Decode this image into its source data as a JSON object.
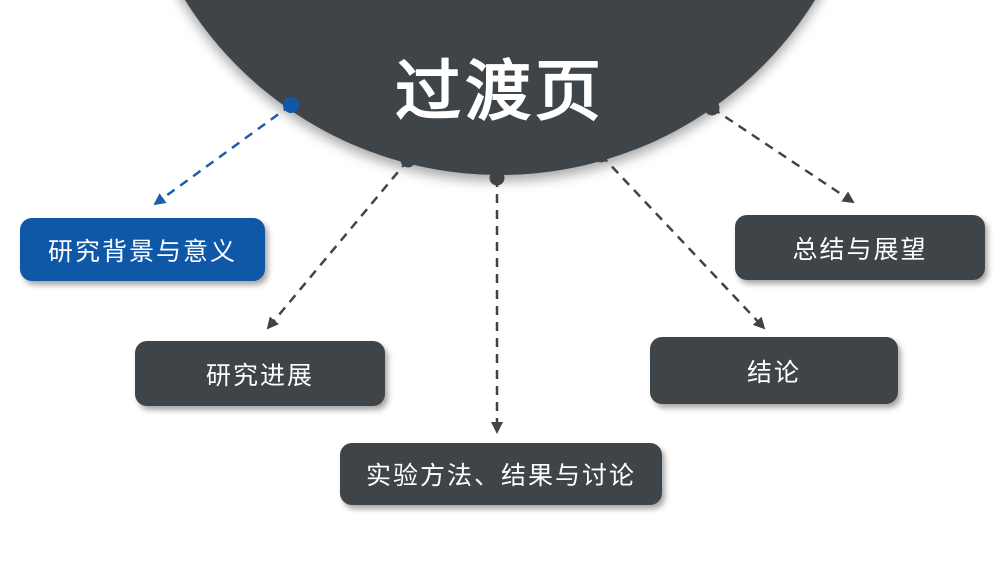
{
  "title": "过渡页",
  "nodes": [
    {
      "id": "background",
      "label": "研究背景与意义",
      "color": "#0f58a8"
    },
    {
      "id": "progress",
      "label": "研究进展",
      "color": "#3f4448"
    },
    {
      "id": "experiment",
      "label": "实验方法、结果与讨论",
      "color": "#3f4448"
    },
    {
      "id": "conclusion",
      "label": "结论",
      "color": "#3f4448"
    },
    {
      "id": "summary",
      "label": "总结与展望",
      "color": "#3f4448"
    }
  ],
  "connectors": [
    {
      "from": "过渡页",
      "to": "研究背景与意义",
      "style": "blue-dashed-arrow"
    },
    {
      "from": "过渡页",
      "to": "研究进展",
      "style": "dark-dashed-arrow"
    },
    {
      "from": "过渡页",
      "to": "实验方法、结果与讨论",
      "style": "dark-dashed-arrow"
    },
    {
      "from": "过渡页",
      "to": "结论",
      "style": "dark-dashed-arrow"
    },
    {
      "from": "过渡页",
      "to": "总结与展望",
      "style": "dark-dashed-arrow"
    }
  ],
  "colors": {
    "circle": "#3f4448",
    "accent_blue": "#0f58a8",
    "connector_dark": "#3f4448",
    "connector_blue": "#1b5fa9",
    "text": "#ffffff",
    "background": "#ffffff"
  }
}
